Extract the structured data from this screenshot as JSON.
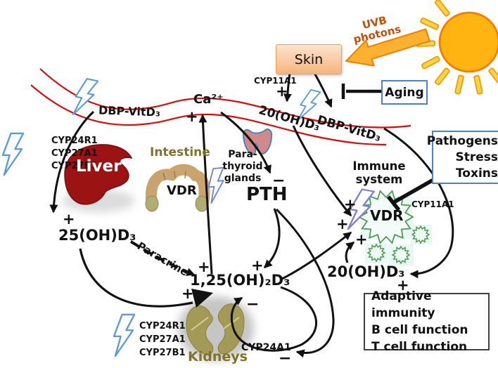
{
  "colors": {
    "band_red": "#d60d0d",
    "sun_fill": "#ffb412",
    "sun_stroke": "#f07f00",
    "uvb_arrow_fill": "#fcb131",
    "uvb_text": "#c0500f",
    "blue_box_border": "#4f81bd",
    "skin_box_border": "#e8a25e",
    "bolt_blue": "#5b9bd5",
    "bolt_purple": "#7d7ed0",
    "organ_label_olive": "#7f7429",
    "liver_fill": "#9b1313",
    "kidney_fill": "#a29a55",
    "intestine_tan": "#caa46f",
    "cell_green": "#4e9a51",
    "cell_fill": "#e3f6f1",
    "parathyroid_fill": "#d18a8a"
  },
  "sun": {
    "uvb_line1": "UVB",
    "uvb_line2": "photons"
  },
  "skin": {
    "label": "Skin",
    "enzyme": "CYP11A1",
    "plus": "+"
  },
  "aging": {
    "label": "Aging"
  },
  "band": {
    "dbp_left": "DBP-VitD₃",
    "calcium": "Ca²⁺",
    "calcium_plus": "+",
    "d20": "20(OH)D₃",
    "dbp_right": "DBP-VitD₃"
  },
  "liver": {
    "label": "Liver",
    "enzymes": [
      "CYP24R1",
      "CYP27A1",
      "CYP27B1"
    ]
  },
  "intestine": {
    "label": "Intestine",
    "receptor": "VDR"
  },
  "parathyroid": {
    "line1": "Para-",
    "line2": "thyroid",
    "line3": "glands",
    "hormone": "PTH",
    "minus": "−"
  },
  "metabolites": {
    "d25": "25(OH)D₃",
    "d25_plus": "+",
    "paracrine": "Paracrine",
    "paracrine_plus": "+",
    "d125": "1,25(OH)₂D₃",
    "d125_plus_from_pth": "+",
    "d125_plus_from_25": "+",
    "d125_minus": "−",
    "d20_bottom": "20(OH)D₃",
    "d20_bottom_plus": "+"
  },
  "kidneys": {
    "label": "Kidneys",
    "enzymes": [
      "CYP24R1",
      "CYP27A1",
      "CYP27B1"
    ],
    "enzyme_cyp24a1": "CYP24A1",
    "cyp24a1_minus": "−"
  },
  "immune": {
    "title_line1": "Immune",
    "title_line2": "system",
    "receptor": "VDR",
    "enzyme": "CYP11A1",
    "plus_top": "+",
    "plus_mid": "+",
    "plus_bottom": "+"
  },
  "pathogens_box": {
    "line1": "Pathogens",
    "line2": "Stress",
    "line3": "Toxins"
  },
  "adaptive_box": {
    "line1": "Adaptive immunity",
    "line2": "B cell function",
    "line3": "T cell function"
  }
}
